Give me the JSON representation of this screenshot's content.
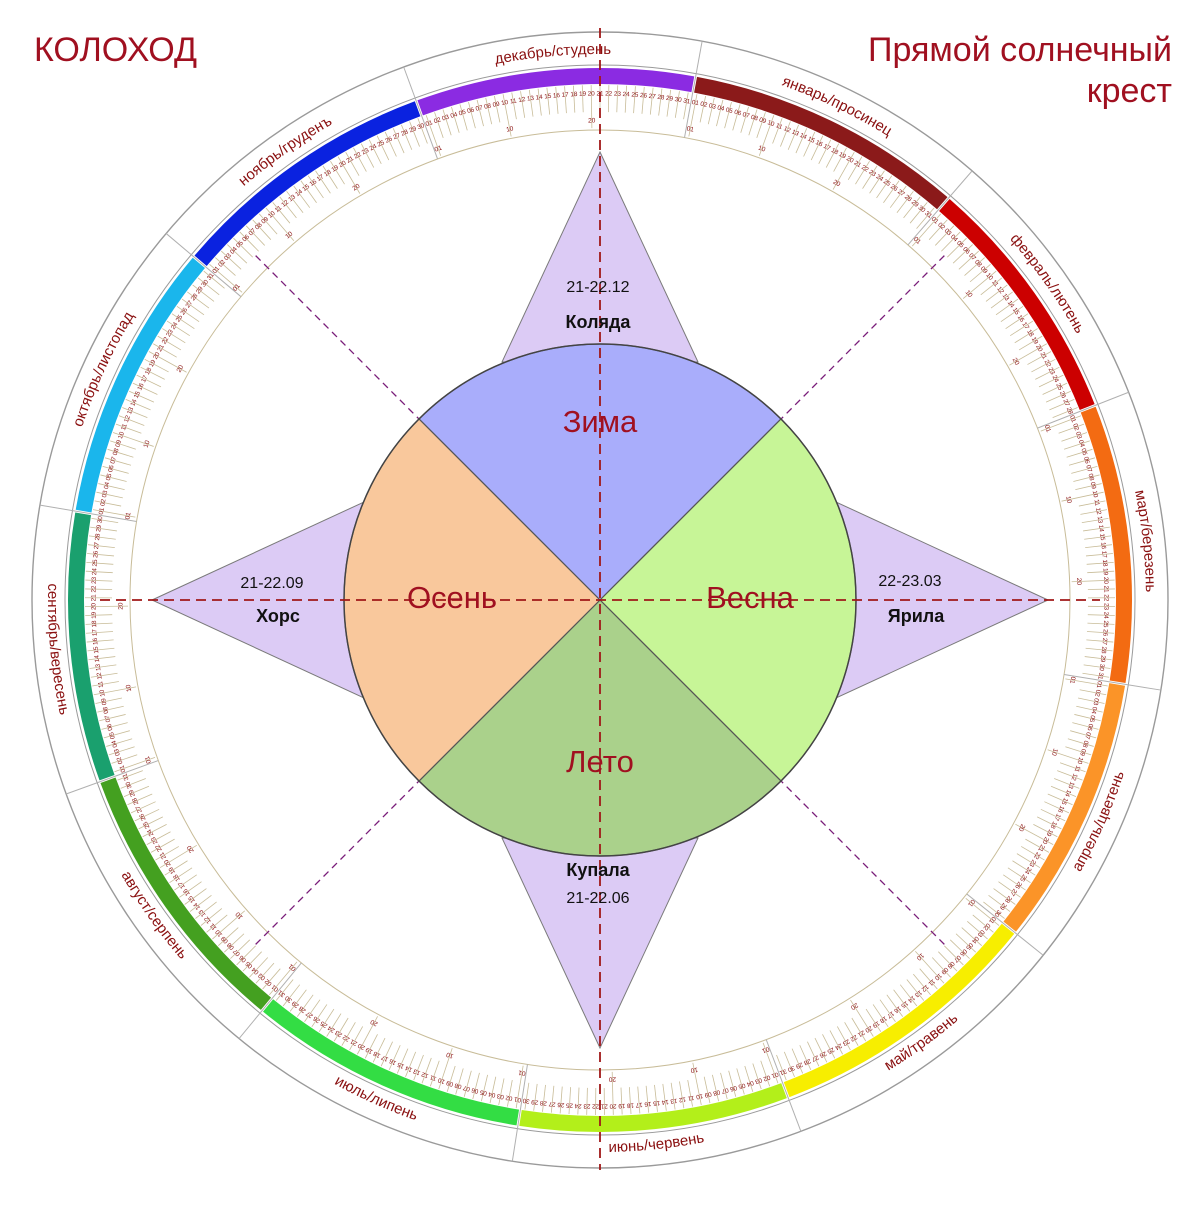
{
  "titles": {
    "left": "КОЛОХОД",
    "right_line1": "Прямой солнечный",
    "right_line2": "крест"
  },
  "colors": {
    "title_red": "#a01020",
    "star_fill": "#dccbf5",
    "tick_line": "#c8bc98",
    "guide_red": "#a01818",
    "guide_purple": "#7a1e7a"
  },
  "seasons": [
    {
      "key": "winter",
      "label": "Зима",
      "color": "#a9adfb"
    },
    {
      "key": "spring",
      "label": "Весна",
      "color": "#c7f597"
    },
    {
      "key": "summer",
      "label": "Лето",
      "color": "#aad18b"
    },
    {
      "key": "autumn",
      "label": "Осень",
      "color": "#f9c89c"
    }
  ],
  "holidays": [
    {
      "key": "kolyada",
      "name": "Коляда",
      "date": "21-22.12"
    },
    {
      "key": "yarila",
      "name": "Ярила",
      "date": "22-23.03"
    },
    {
      "key": "kupala",
      "name": "Купала",
      "date": "21-22.06"
    },
    {
      "key": "hors",
      "name": "Хорс",
      "date": "21-22.09"
    }
  ],
  "months": [
    {
      "label": "декабрь/студень",
      "days": 31,
      "color": "#8b2be2"
    },
    {
      "label": "январь/просинец",
      "days": 31,
      "color": "#8b1a1a"
    },
    {
      "label": "февраль/лютень",
      "days": 28,
      "color": "#cc0000"
    },
    {
      "label": "март/березень",
      "days": 31,
      "color": "#f36b12"
    },
    {
      "label": "апрель/цветень",
      "days": 30,
      "color": "#fb9428"
    },
    {
      "label": "май/травень",
      "days": 31,
      "color": "#f7ee00"
    },
    {
      "label": "июнь/червень",
      "days": 30,
      "color": "#b3ef1a"
    },
    {
      "label": "июль/липень",
      "days": 31,
      "color": "#33dd44"
    },
    {
      "label": "август/серпень",
      "days": 31,
      "color": "#44a020"
    },
    {
      "label": "сентябрь/вересень",
      "days": 30,
      "color": "#1aa06e"
    },
    {
      "label": "октябрь/листопад",
      "days": 31,
      "color": "#1ab6ec"
    },
    {
      "label": "ноябрь/груденъ",
      "days": 30,
      "color": "#0a22e0"
    }
  ]
}
